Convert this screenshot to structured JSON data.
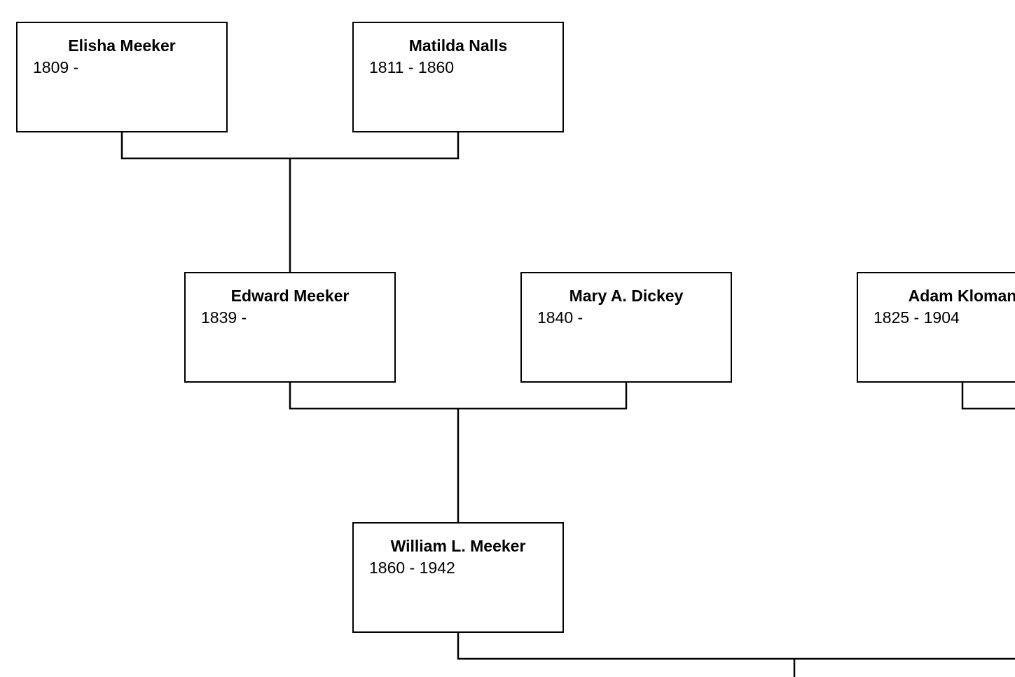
{
  "tree": {
    "people": [
      {
        "id": "elisha-meeker",
        "name": "Elisha Meeker",
        "dates": "1809 -"
      },
      {
        "id": "matilda-nalls",
        "name": "Matilda Nalls",
        "dates": "1811 - 1860"
      },
      {
        "id": "edward-meeker",
        "name": "Edward Meeker",
        "dates": "1839 -"
      },
      {
        "id": "mary-a-dickey",
        "name": "Mary A. Dickey",
        "dates": "1840 -"
      },
      {
        "id": "adam-kloman",
        "name": "Adam Kloman",
        "dates": "1825 - 1904"
      },
      {
        "id": "william-l-meeker",
        "name": "William L. Meeker",
        "dates": "1860 - 1942"
      }
    ],
    "line_color": "#000000"
  }
}
